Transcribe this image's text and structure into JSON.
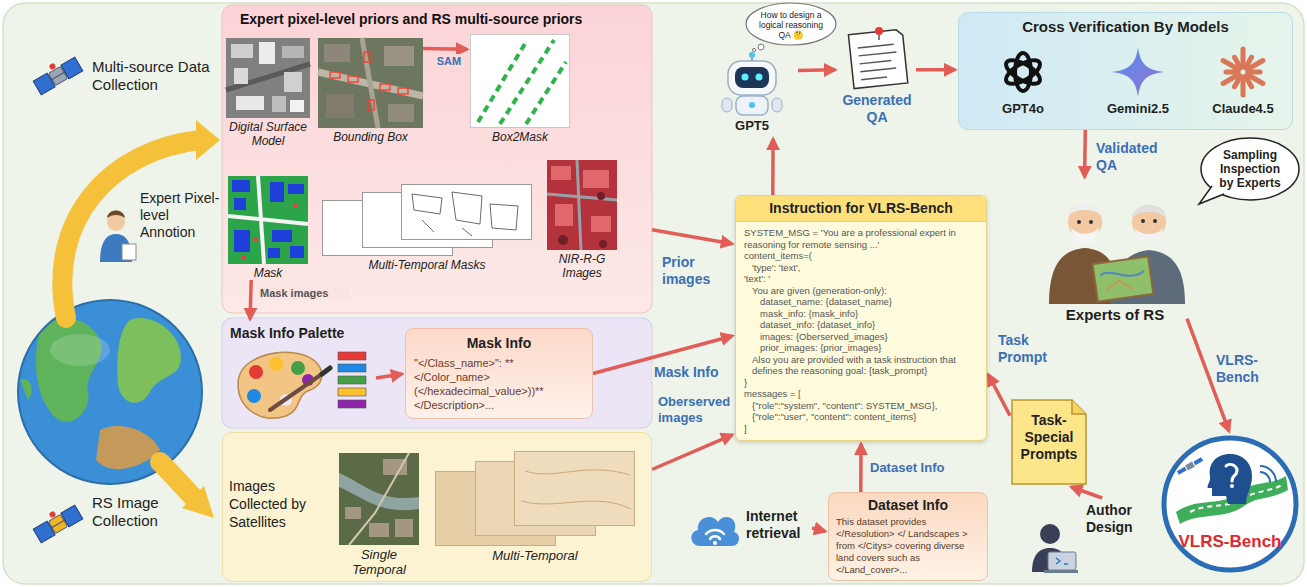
{
  "diagram": {
    "nodes": [
      {
        "text": [
          "Expert pixel-level priors and RS multi-source priors"
        ]
      },
      {
        "text": [
          "Digital Surface Model"
        ],
        "in": 0
      },
      {
        "text": [
          "Bounding Box"
        ],
        "in": 0
      },
      {
        "text": [
          "Box2Mask"
        ],
        "in": 0
      },
      {
        "text": [
          "Mask"
        ],
        "in": 0
      },
      {
        "text": [
          "Multi-Temporal Masks"
        ],
        "in": 0
      },
      {
        "text": [
          "NIR-R-G Images"
        ],
        "in": 0
      },
      {
        "text": [
          "Mask Info Palette"
        ]
      },
      {
        "text": [
          "Mask Info",
          "\"</Class_name>\": **</Color_name> (</hexadecimal_value>))** </Description>..."
        ]
      },
      {
        "text": [
          "Images Collected by Satellites"
        ]
      },
      {
        "text": [
          "Single Temporal"
        ],
        "in": 9
      },
      {
        "text": [
          "Multi-Temporal"
        ],
        "in": 9
      },
      {
        "text": [
          "How to design a logical reasoning QA 🤔"
        ]
      },
      {
        "text": [
          "GPT5"
        ]
      },
      {
        "text": [
          "Generated QA"
        ]
      },
      {
        "text": [
          "Cross Verification By Models"
        ]
      },
      {
        "text": [
          "GPT4o"
        ],
        "in": 15
      },
      {
        "text": [
          "Gemini2.5"
        ],
        "in": 15
      },
      {
        "text": [
          "Claude4.5"
        ],
        "in": 15
      },
      {
        "text": [
          "Experts of RS"
        ]
      },
      {
        "text": [
          "Sampling Inspection by Experts"
        ]
      },
      {
        "text": [
          "VLRS-Bench"
        ]
      },
      {
        "text": [
          "Instruction for VLRS-Bench",
          "SYSTEM_MSG = 'You are a professional expert in reasoning for remote sensing ...'",
          "content_items=(",
          "'type': 'text',",
          "'text': '",
          "You are given (generation-only):",
          "dataset_name: {dataset_name}",
          "mask_info: {mask_info}",
          "dataset_info: {dataset_info}",
          "images: {Oberserved_images}",
          "prior_images: {prior_images}",
          "Also you are provided with a task instruction that defines the reasoning goal: {task_prompt}",
          "}",
          "messages = [",
          "{\"role\":\"system\", \"content\": SYSTEM_MSG},",
          "{\"role\":\"user\", \"content\": content_items}",
          "]"
        ]
      },
      {
        "text": [
          "Task-Special Prompts"
        ]
      },
      {
        "text": [
          "Author Design"
        ]
      },
      {
        "text": [
          "Internet retrieval"
        ]
      },
      {
        "text": [
          "Dataset Info",
          "This dataset provides </Resolution> </ Landscapes > from </Citys> covering diverse land covers such as </Land_cover>..."
        ]
      }
    ],
    "edges": [
      {
        "from": 2,
        "to": 3,
        "arrow": "to",
        "label": "SAM"
      },
      {
        "from": 4,
        "to": 7,
        "arrow": "to",
        "label": "Mask images"
      },
      {
        "from": 7,
        "to": 8,
        "arrow": "to"
      },
      {
        "from": 0,
        "to": 22,
        "arrow": "to",
        "label": "Prior images"
      },
      {
        "from": 8,
        "to": 22,
        "arrow": "to",
        "label": "Mask Info"
      },
      {
        "from": 9,
        "to": 22,
        "arrow": "to",
        "label": "Oberserved images"
      },
      {
        "from": 26,
        "to": 22,
        "arrow": "to",
        "label": "Dataset Info"
      },
      {
        "from": 25,
        "to": 26,
        "arrow": "to"
      },
      {
        "from": 24,
        "to": 23,
        "arrow": "to"
      },
      {
        "from": 23,
        "to": 22,
        "arrow": "to",
        "label": "Task Prompt"
      },
      {
        "from": 22,
        "to": 13,
        "arrow": "to"
      },
      {
        "from": 13,
        "to": 14,
        "arrow": "to"
      },
      {
        "from": 14,
        "to": 15,
        "arrow": "to"
      },
      {
        "from": 15,
        "to": 19,
        "arrow": "to",
        "label": "Validated QA"
      },
      {
        "from": 19,
        "to": 21,
        "arrow": "to",
        "label": "VLRS-Bench"
      }
    ],
    "labels": [
      "Multi-source Data Collection",
      "Expert Pixel-level Annotion",
      "RS Image Collection"
    ]
  }
}
